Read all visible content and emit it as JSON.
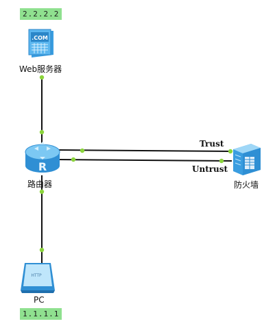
{
  "devices": {
    "web_server": {
      "label": "Web服务器",
      "ip": "2.2.2.2",
      "screen_text": ".COM"
    },
    "router": {
      "label": "路由器",
      "icon_letter": "R"
    },
    "firewall": {
      "label": "防火墙"
    },
    "pc": {
      "label": "PC",
      "ip": "1.1.1.1",
      "screen_text": "HTTP"
    }
  },
  "links": {
    "trust_label": "Trust",
    "untrust_label": "Untrust"
  },
  "colors": {
    "ip_badge": "#8fe08f",
    "port_dot": "#8bd43c",
    "device_blue": "#3a9de0",
    "device_light": "#bfe6fb",
    "line": "#111111"
  }
}
